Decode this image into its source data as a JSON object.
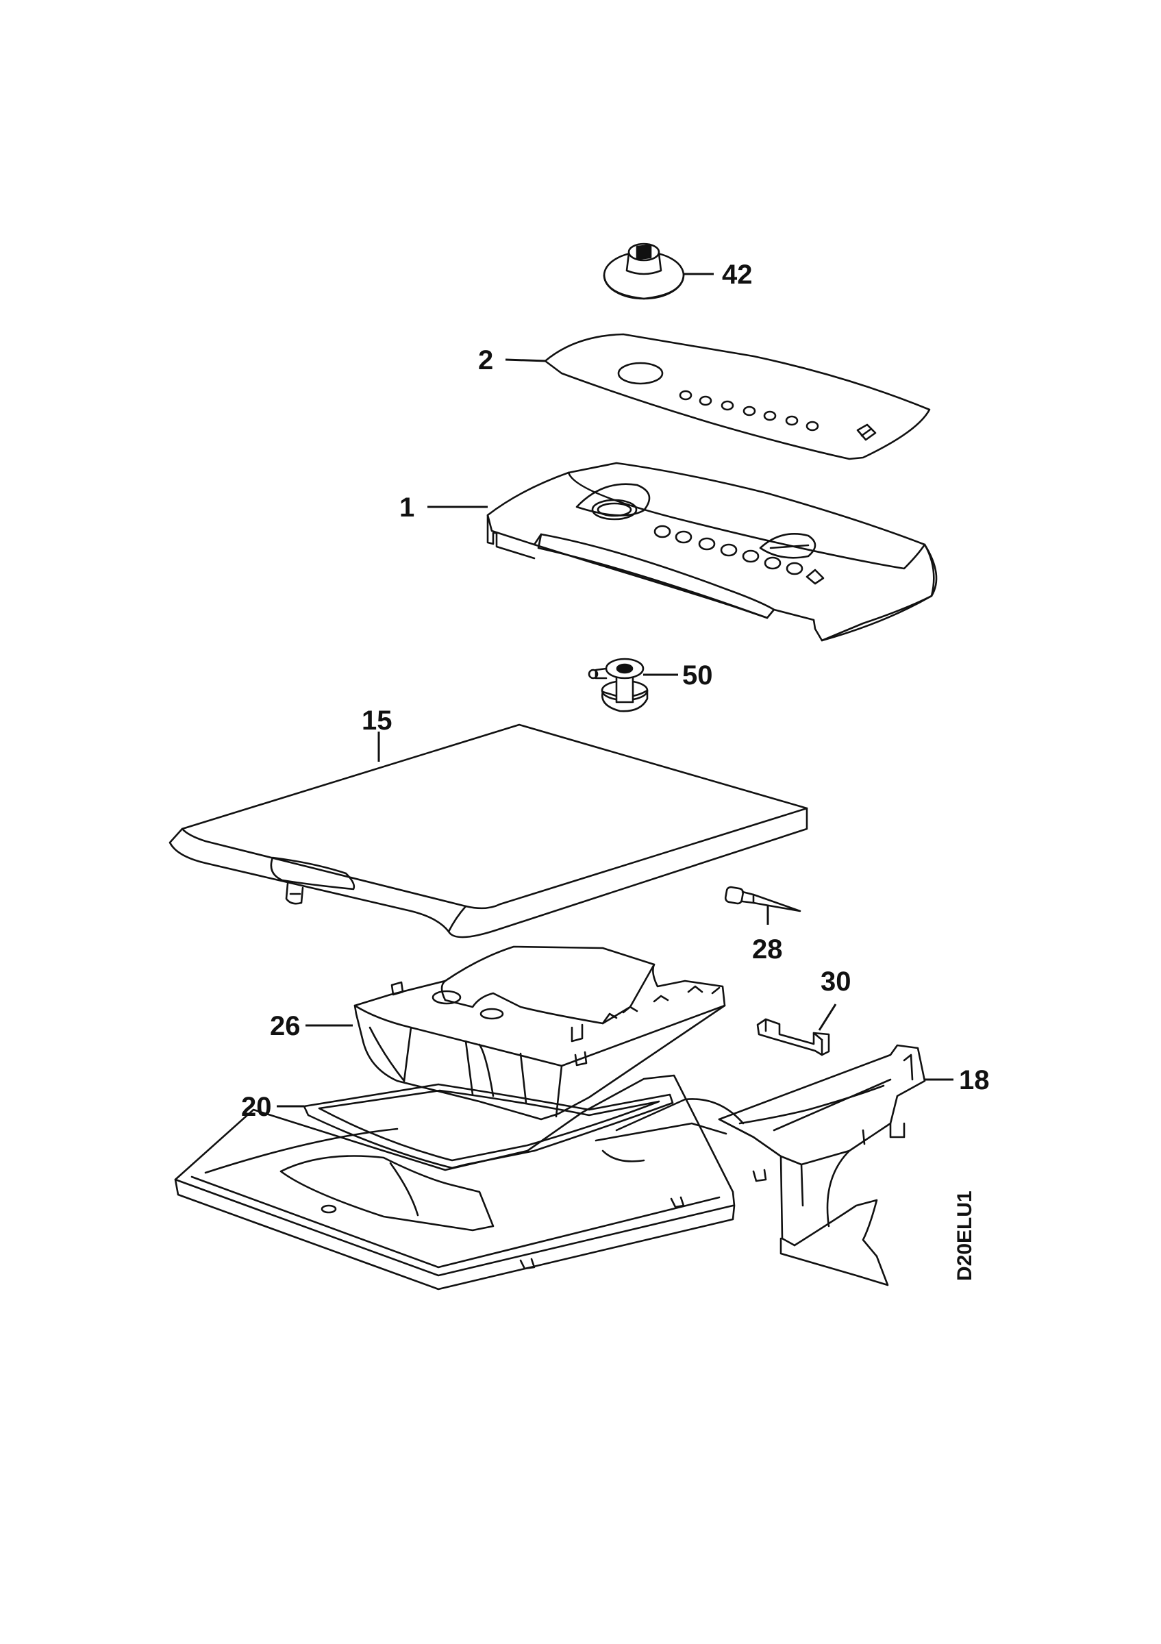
{
  "diagram": {
    "drawing_code": "D20ELU1",
    "callouts": [
      {
        "id": "42",
        "label": "42"
      },
      {
        "id": "2",
        "label": "2"
      },
      {
        "id": "1",
        "label": "1"
      },
      {
        "id": "50",
        "label": "50"
      },
      {
        "id": "15",
        "label": "15"
      },
      {
        "id": "28",
        "label": "28"
      },
      {
        "id": "30",
        "label": "30"
      },
      {
        "id": "26",
        "label": "26"
      },
      {
        "id": "18",
        "label": "18"
      },
      {
        "id": "20",
        "label": "20"
      }
    ]
  }
}
